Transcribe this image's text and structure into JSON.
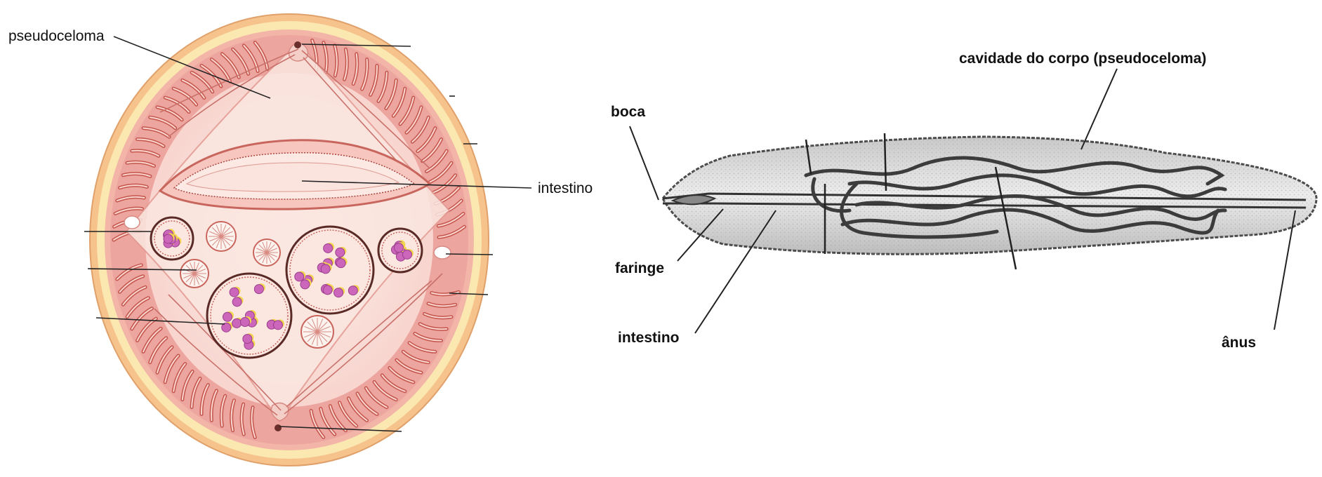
{
  "cross_section": {
    "labels": {
      "pseudoceloma": "pseudoceloma",
      "intestino": "intestino"
    }
  },
  "longitudinal": {
    "labels": {
      "cavidade": "cavidade do corpo (pseudoceloma)",
      "boca": "boca",
      "faringe": "faringe",
      "intestino": "intestino",
      "anus": "ânus"
    }
  },
  "colors": {
    "cuticle_outer": "#f5c08c",
    "cuticle_inner": "#fbe6a8",
    "muscle": "#e79a97",
    "body_cavity": "#fbe3de",
    "gonad_dot": "#cc66bb",
    "yolk": "#f3d64d",
    "worm_body": "#d8d8d8",
    "worm_outline": "#555555"
  }
}
